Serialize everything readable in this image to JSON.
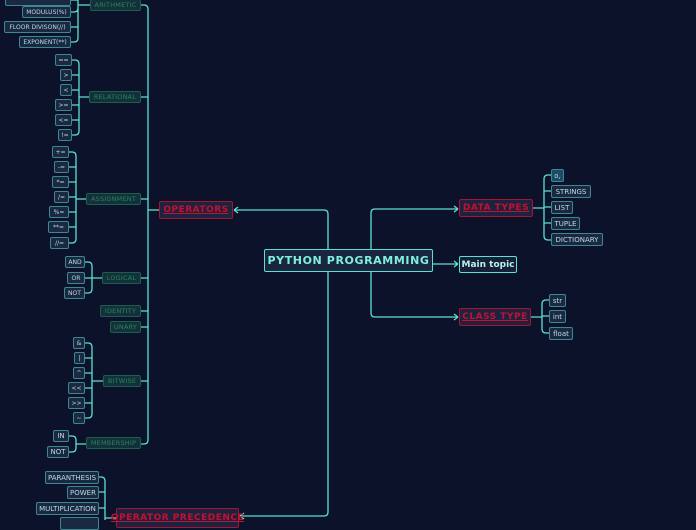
{
  "center": "PYTHON PROGRAMMING",
  "main_topic": "Main topic",
  "operators": {
    "label": "OPERATORS",
    "categories": {
      "arithmetic": {
        "label": "ARITHMETIC",
        "items": [
          "MODULUS(%)",
          "FLOOR DIVISON(//)",
          "EXPONENT(**)"
        ]
      },
      "relational": {
        "label": "RELATIONAL",
        "items": [
          "==",
          ">",
          "<",
          ">=",
          "<=",
          "!="
        ]
      },
      "assignment": {
        "label": "ASSIGNMENT",
        "items": [
          "+=",
          "-=",
          "*=",
          "/=",
          "%=",
          "**=",
          "//="
        ]
      },
      "logical": {
        "label": "LOGICAL",
        "items": [
          "AND",
          "OR",
          "NOT"
        ]
      },
      "identity": {
        "label": "IDENTITY"
      },
      "unary": {
        "label": "UNARY"
      },
      "bitwise": {
        "label": "BITWISE",
        "items": [
          "&",
          "|",
          "^",
          "<<",
          ">>",
          "~"
        ]
      },
      "membership": {
        "label": "MEMBERSHIP",
        "items": [
          "IN",
          "NOT"
        ]
      }
    }
  },
  "data_types": {
    "label": "DATA TYPES",
    "items": [
      "o,",
      "STRINGS",
      "LIST",
      "TUPLE",
      "DICTIONARY"
    ]
  },
  "class_type": {
    "label": "CLASS TYPE",
    "items": [
      "str",
      "int",
      "float"
    ]
  },
  "operator_precedence": {
    "label": "OPERATOR PRECEDENCE",
    "items": [
      "PARANTHESIS",
      "POWER",
      "MULTIPLICATION"
    ]
  },
  "colors": {
    "background": "#0b1229",
    "connector": "#5ee0d0",
    "main_node": "#c8102e",
    "category_text": "#1f8a5a"
  }
}
